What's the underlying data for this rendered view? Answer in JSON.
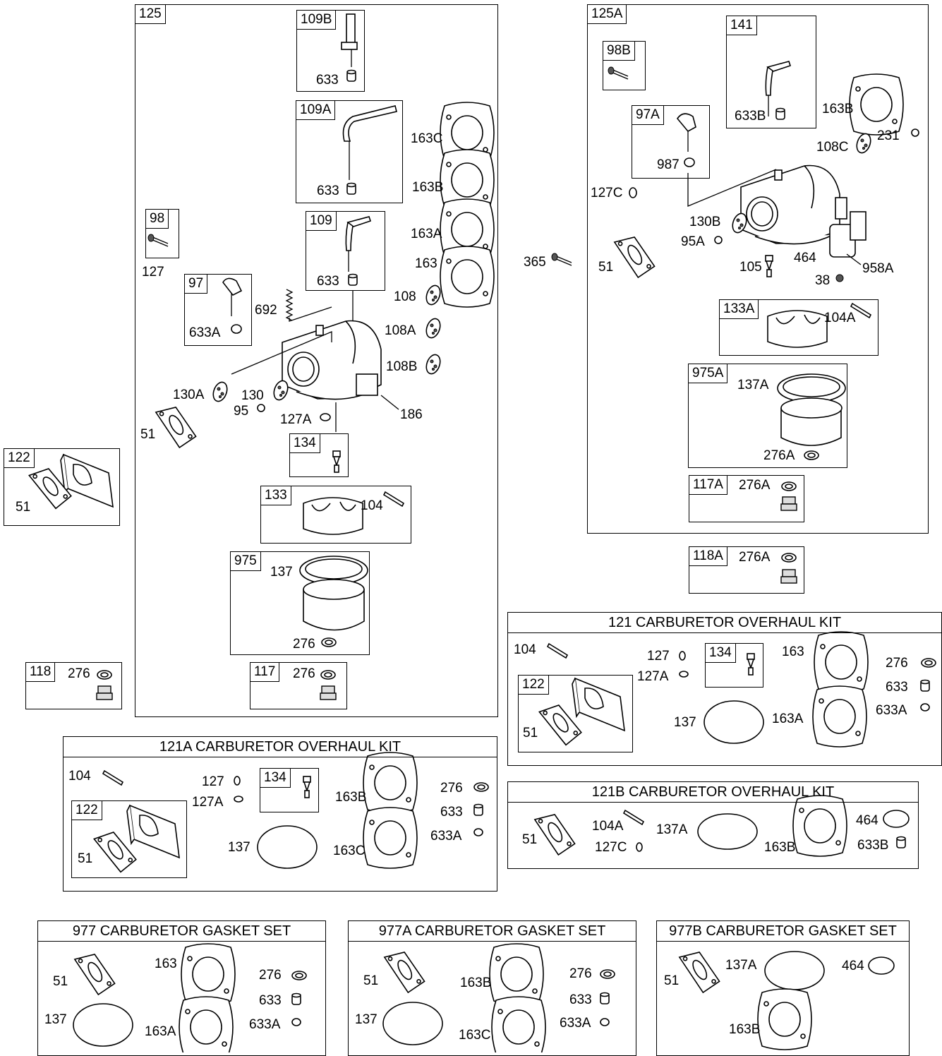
{
  "boxes": {
    "b125": "125",
    "b109B": "109B",
    "b109A": "109A",
    "b109": "109",
    "b98": "98",
    "b97": "97",
    "b134": "134",
    "b133": "133",
    "b975": "975",
    "b117": "117",
    "b118": "118",
    "b122": "122",
    "b125A": "125A",
    "b98B": "98B",
    "b141": "141",
    "b97A": "97A",
    "b133A": "133A",
    "b975A": "975A",
    "b117A": "117A",
    "b118A": "118A",
    "k121_122": "122",
    "k121_134": "134",
    "k121A_122": "122",
    "k121A_134": "134"
  },
  "kits": {
    "k121": "121 CARBURETOR OVERHAUL KIT",
    "k121A": "121A CARBURETOR OVERHAUL KIT",
    "k121B": "121B CARBURETOR OVERHAUL KIT",
    "k977": "977 CARBURETOR GASKET SET",
    "k977A": "977A CARBURETOR GASKET SET",
    "k977B": "977B CARBURETOR GASKET SET"
  },
  "labels": {
    "l01": "633",
    "l02": "633",
    "l03": "163C",
    "l04": "163B",
    "l05": "163A",
    "l06": "633",
    "l07": "163",
    "l08": "108",
    "l09": "108A",
    "l10": "108B",
    "l11": "127",
    "l12": "692",
    "l13": "633A",
    "l14": "130A",
    "l15": "130",
    "l16": "95",
    "l17": "127A",
    "l18": "186",
    "l19": "51",
    "l20": "104",
    "l21": "137",
    "l22": "276",
    "l23": "276",
    "l24": "276",
    "l25": "51",
    "m01": "633B",
    "m02": "163B",
    "m03": "231",
    "m04": "108C",
    "m05": "987",
    "m06": "127C",
    "m07": "130B",
    "m08": "95A",
    "m09": "51",
    "m10": "365",
    "m11": "105",
    "m12": "464",
    "m13": "958A",
    "m14": "38",
    "m15": "104A",
    "m16": "137A",
    "m17": "276A",
    "m18": "276A",
    "m19": "276A",
    "n01": "104",
    "n02": "127",
    "n03": "127A",
    "n04": "163",
    "n05": "276",
    "n06": "633",
    "n07": "633A",
    "n08": "51",
    "n09": "137",
    "n10": "163A",
    "o01": "104",
    "o02": "127",
    "o03": "127A",
    "o04": "163B",
    "o05": "276",
    "o06": "633",
    "o07": "633A",
    "o08": "51",
    "o09": "137",
    "o10": "163C",
    "p01": "51",
    "p02": "104A",
    "p03": "127C",
    "p04": "137A",
    "p05": "163B",
    "p06": "464",
    "p07": "633B",
    "q01": "51",
    "q02": "163",
    "q03": "276",
    "q04": "633",
    "q05": "137",
    "q06": "163A",
    "q07": "633A",
    "r01": "51",
    "r02": "163B",
    "r03": "276",
    "r04": "633",
    "r05": "137",
    "r06": "163C",
    "r07": "633A",
    "s01": "51",
    "s02": "137A",
    "s03": "464",
    "s04": "163B"
  }
}
